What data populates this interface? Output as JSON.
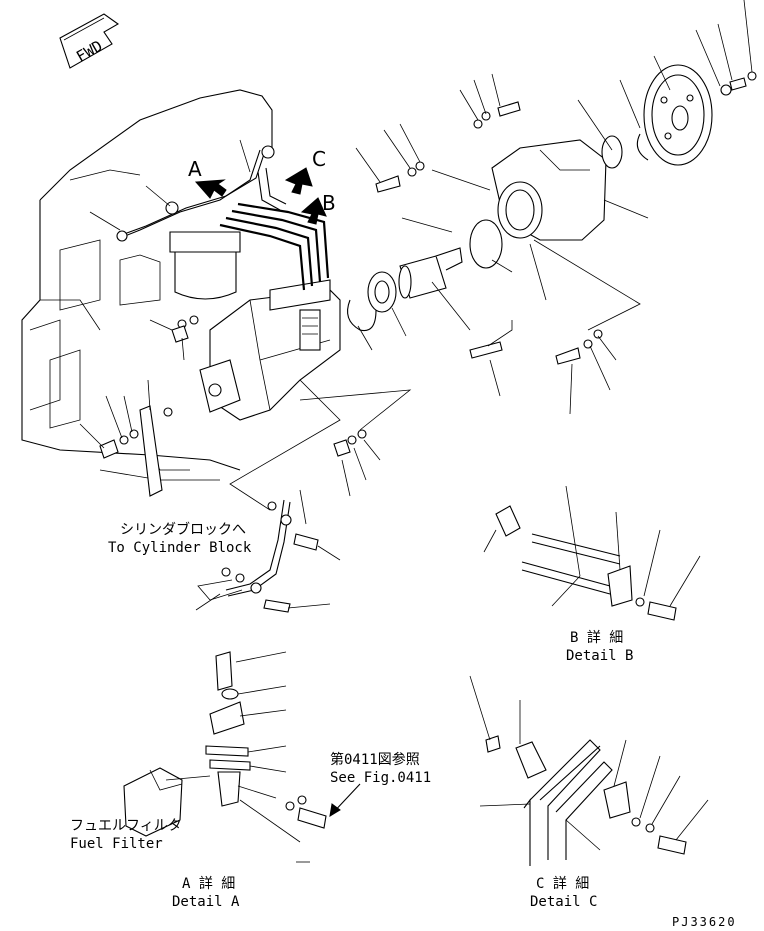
{
  "fwd_label": "FWD",
  "view_labels": {
    "a": "A",
    "b": "B",
    "c": "C"
  },
  "notes": {
    "cylinder_block_jp": "シリンダブロックへ",
    "cylinder_block_en": "To Cylinder Block",
    "fuel_filter_jp": "フュエルフィルタ",
    "fuel_filter_en": "Fuel Filter",
    "see_fig_jp": "第0411図参照",
    "see_fig_en": "See Fig.0411"
  },
  "details": {
    "a_jp": "A 詳 細",
    "a_en": "Detail A",
    "b_jp": "B 詳 細",
    "b_en": "Detail B",
    "c_jp": "C 詳 細",
    "c_en": "Detail C"
  },
  "drawing_code": "PJ33620"
}
